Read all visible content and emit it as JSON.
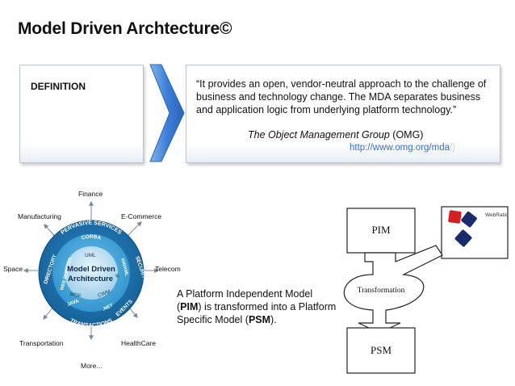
{
  "slide": {
    "title": "Model Driven Archtecture©"
  },
  "definition": {
    "label": "DEFINITION",
    "quote": "“It provides an open, vendor-neutral approach to the challenge of business and technology change. The MDA separates business and application logic from underlying platform technology.”",
    "source_name": "The Object Management Group",
    "source_abbrev": "(OMG)",
    "url": "http://www.omg.org/mda",
    "url_tail": "/)"
  },
  "mda_diagram": {
    "center_line1": "Model Driven",
    "center_line2": "Architecture",
    "center_mark": "®",
    "inner_ring": [
      "UML",
      "MOF",
      "CWM"
    ],
    "middle_ring": [
      "CORBA",
      "WEB SERVICES",
      "JAVA",
      ".NET",
      "XMI/XML"
    ],
    "outer_ring": [
      "PERVASIVE SERVICES",
      "DIRECTORY",
      "SECURITY",
      "TRANSACTIONS",
      "EVENTS"
    ],
    "spokes": [
      "Finance",
      "E-Commerce",
      "Telecom",
      "HealthCare",
      "More...",
      "Transportation",
      "Space",
      "Manufacturing"
    ]
  },
  "description": {
    "text_a": "A Platform Independent Model (",
    "pim": "PIM",
    "text_b": ") is transformed into a Platform Specific Model (",
    "psm": "PSM",
    "text_c": ")."
  },
  "flow": {
    "pim_label": "PIM",
    "transform_label": "Transformation",
    "psm_label": "PSM",
    "logo_label": "WebRatio"
  },
  "colors": {
    "arrow_blue": "#3d7fd6",
    "ring_outer": "#1e6fa8",
    "ring_mid": "#3aa0d8",
    "ring_inner": "#9fd0ea",
    "url_blue": "#3a6ac8",
    "logo_red": "#d42020",
    "logo_navy": "#1a2a6a"
  }
}
